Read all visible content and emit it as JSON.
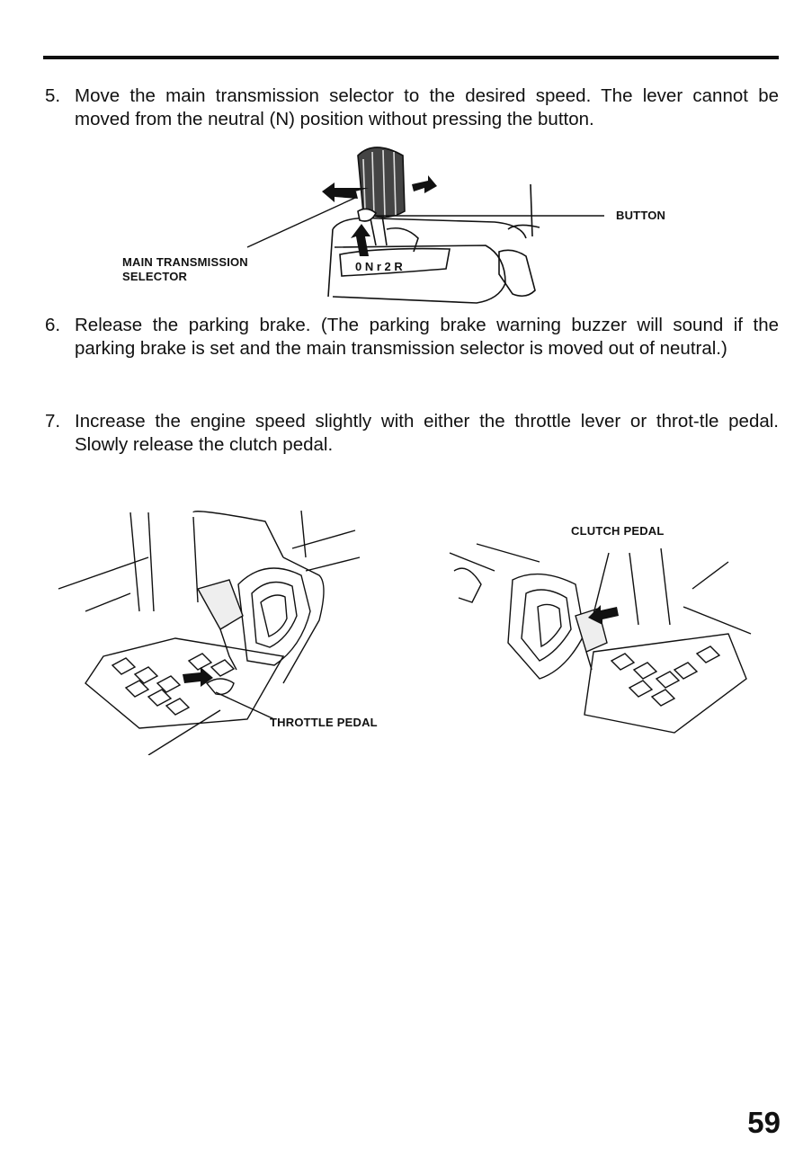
{
  "steps": [
    {
      "number": "5.",
      "text": "Move the main transmission selector to the desired speed. The lever cannot be moved from the neutral (N) position without pressing the button."
    },
    {
      "number": "6.",
      "text": "Release the parking brake. (The parking brake warning buzzer will sound if the parking brake is set and the main transmission selector is moved out of neutral.)"
    },
    {
      "number": "7.",
      "text": "Increase the engine speed slightly with either the throttle lever or throt-tle pedal. Slowly release the clutch pedal."
    }
  ],
  "figure_selector": {
    "label_selector_line1": "MAIN TRANSMISSION",
    "label_selector_line2": "SELECTOR",
    "label_button": "BUTTON"
  },
  "figure_throttle": {
    "label": "THROTTLE PEDAL"
  },
  "figure_clutch": {
    "label": "CLUTCH PEDAL"
  },
  "page_number": "59"
}
